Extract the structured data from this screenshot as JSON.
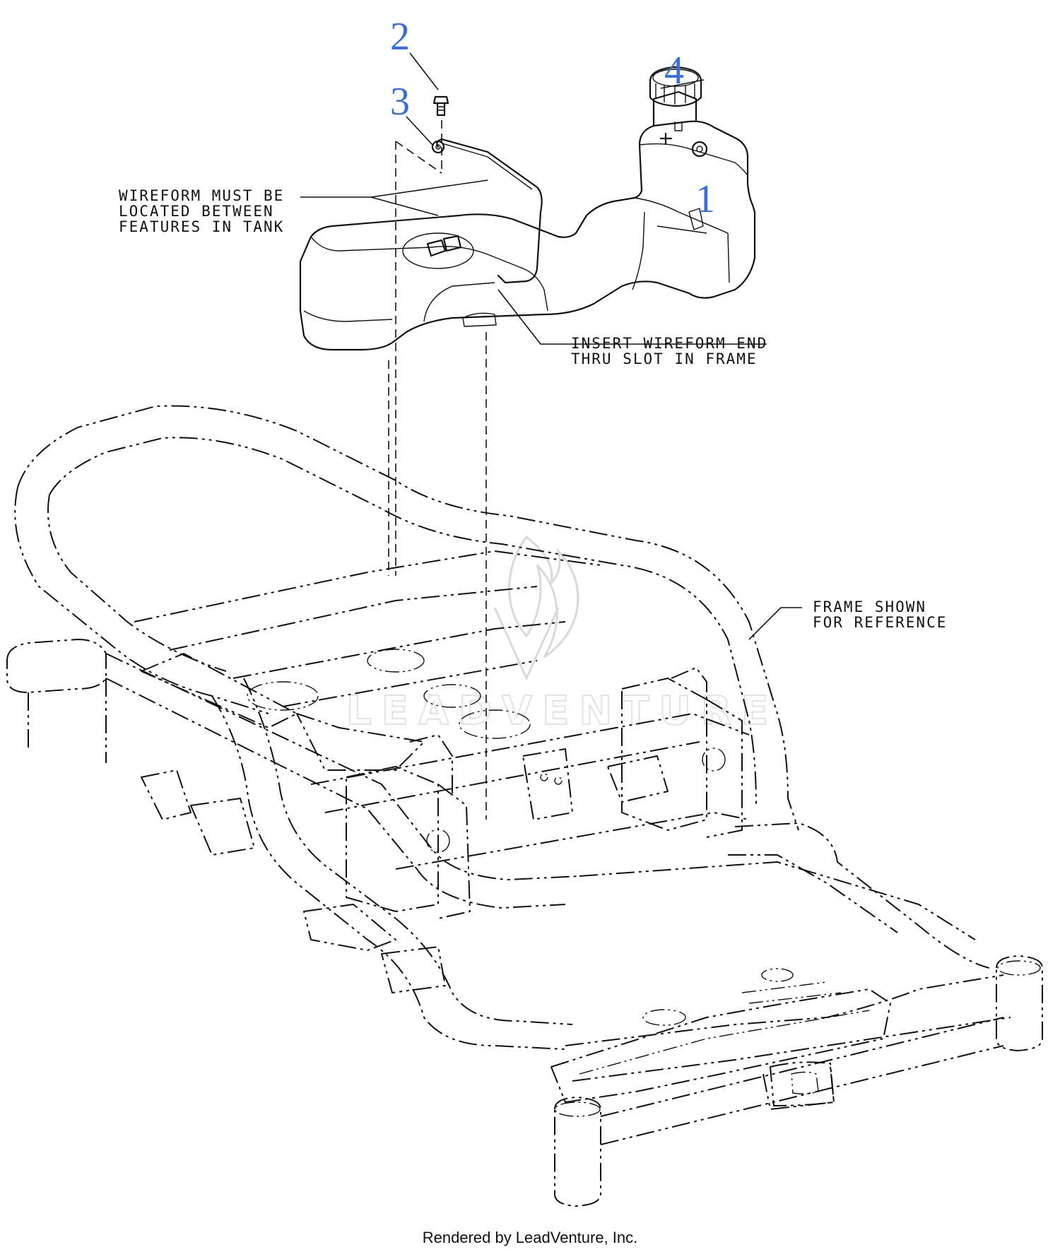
{
  "callouts": [
    {
      "id": "1",
      "text": "1"
    },
    {
      "id": "2",
      "text": "2"
    },
    {
      "id": "3",
      "text": "3"
    },
    {
      "id": "4",
      "text": "4"
    }
  ],
  "notes": {
    "wireform_located": [
      "WIREFORM MUST BE",
      "LOCATED BETWEEN",
      "FEATURES IN TANK"
    ],
    "insert_wireform": [
      "INSERT WIREFORM END",
      "THRU SLOT IN FRAME"
    ],
    "frame_reference": [
      "FRAME SHOWN",
      "FOR REFERENCE"
    ]
  },
  "watermark": {
    "text": "LEADVENTURE"
  },
  "footer": {
    "text": "Rendered by LeadVenture, Inc."
  },
  "colors": {
    "callout": "#3b6fd8",
    "line": "#111111",
    "watermark": "#d9d9d9"
  }
}
